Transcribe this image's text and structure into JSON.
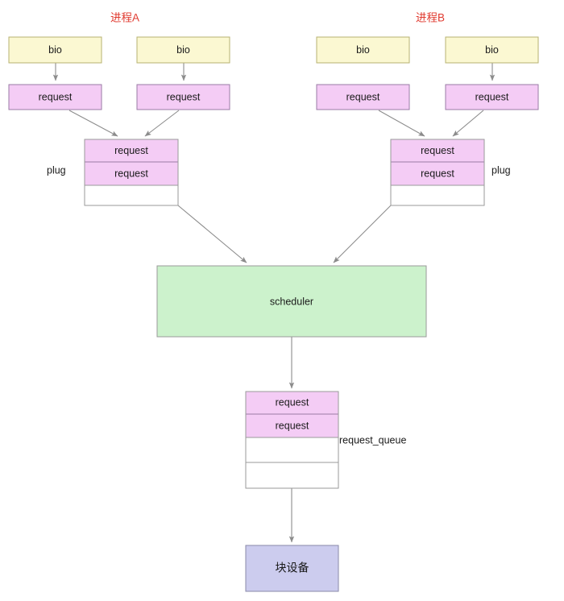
{
  "diagram": {
    "title_process_a": "进程A",
    "title_process_b": "进程B",
    "colors": {
      "bio_fill": "#fbf8d2",
      "bio_stroke": "#b7b271",
      "request_fill": "#f4ccf5",
      "request_stroke": "#9a7ba5",
      "empty_fill": "#ffffff",
      "scheduler_fill": "#ccf2cc",
      "device_fill": "#ccccee",
      "edge": "#8c8c8c",
      "title_red": "#e03a2f",
      "text": "#1a1a1a"
    },
    "bio_boxes": [
      {
        "label": "bio"
      },
      {
        "label": "bio"
      },
      {
        "label": "bio"
      },
      {
        "label": "bio"
      }
    ],
    "request_boxes": [
      {
        "label": "request"
      },
      {
        "label": "request"
      },
      {
        "label": "request"
      },
      {
        "label": "request"
      }
    ],
    "plug_a": {
      "side_label": "plug",
      "slots": [
        {
          "label": "request",
          "filled": true
        },
        {
          "label": "request",
          "filled": true
        },
        {
          "label": "",
          "filled": false
        }
      ]
    },
    "plug_b": {
      "side_label": "plug",
      "slots": [
        {
          "label": "request",
          "filled": true
        },
        {
          "label": "request",
          "filled": true
        },
        {
          "label": "",
          "filled": false
        }
      ]
    },
    "scheduler": {
      "label": "scheduler"
    },
    "request_queue": {
      "side_label": "request_queue",
      "slots": [
        {
          "label": "request",
          "filled": true
        },
        {
          "label": "request",
          "filled": true
        },
        {
          "label": "",
          "filled": false
        },
        {
          "label": "",
          "filled": false
        }
      ]
    },
    "block_device": {
      "label": "块设备"
    }
  }
}
